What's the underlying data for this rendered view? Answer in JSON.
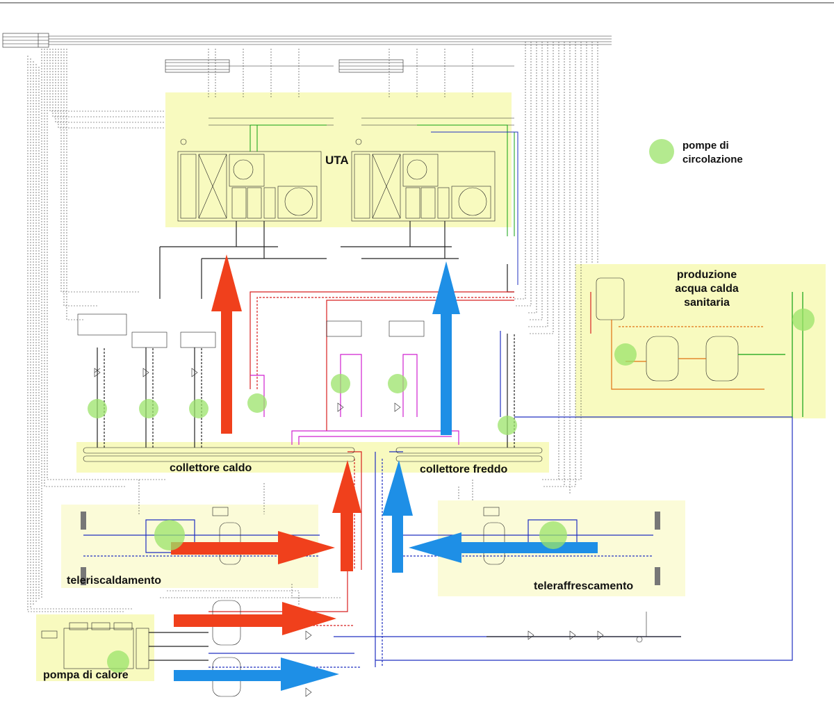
{
  "labels": {
    "uta": "UTA",
    "legend_pumps_line1": "pompe di",
    "legend_pumps_line2": "circolazione",
    "dhw_line1": "produzione",
    "dhw_line2": "acqua calda",
    "dhw_line3": "sanitaria",
    "hot_collector": "collettore caldo",
    "cold_collector": "collettore freddo",
    "district_heating": "teleriscaldamento",
    "district_cooling": "teleraffrescamento",
    "heat_pump": "pompa di calore"
  },
  "colors": {
    "hot_arrow": "#f0401c",
    "cold_arrow": "#1e8fe6",
    "zone": "#f3f58a",
    "pump_marker": "#9be36a",
    "pipe_red": "#d82020",
    "pipe_blue": "#2030c0",
    "pipe_magenta": "#d020d0",
    "pipe_green": "#10a010",
    "pipe_orange": "#e07010"
  }
}
